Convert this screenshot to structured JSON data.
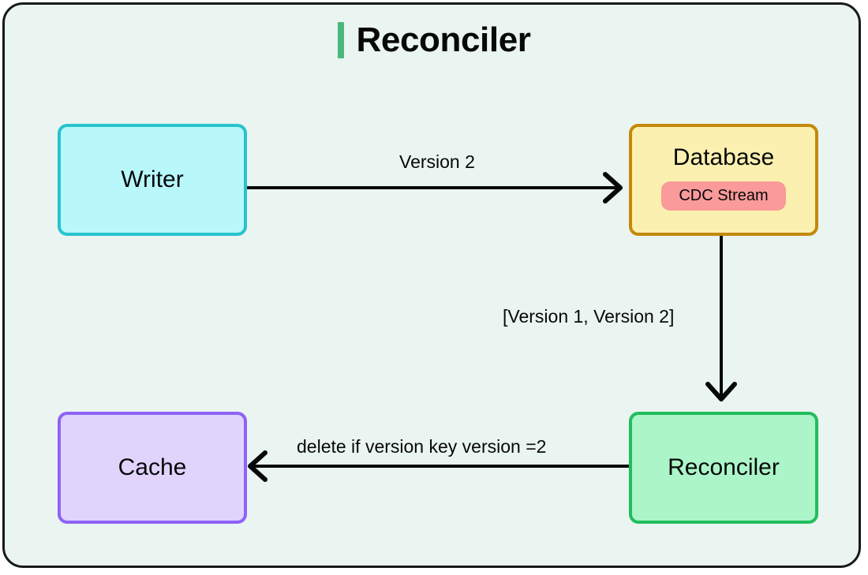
{
  "diagram": {
    "title": "Reconciler",
    "accent_color": "#4cb87c",
    "background_color": "#eaf4f0",
    "border_color": "#17191c",
    "nodes": [
      {
        "id": "writer",
        "label": "Writer",
        "fill": "#b8f8fb",
        "stroke": "#27c3ce"
      },
      {
        "id": "database",
        "label": "Database",
        "fill": "#fbf0af",
        "stroke": "#c4890a",
        "badge": {
          "label": "CDC Stream",
          "fill": "#fb9a9a"
        }
      },
      {
        "id": "cache",
        "label": "Cache",
        "fill": "#e0d4fd",
        "stroke": "#8d63f6"
      },
      {
        "id": "reconciler",
        "label": "Reconciler",
        "fill": "#acf5c8",
        "stroke": "#22bd5e"
      }
    ],
    "edges": [
      {
        "id": "writer-to-database",
        "from": "writer",
        "to": "database",
        "label": "Version 2",
        "direction": "right"
      },
      {
        "id": "database-to-reconciler",
        "from": "database",
        "to": "reconciler",
        "label": "[Version 1, Version 2]",
        "direction": "down"
      },
      {
        "id": "reconciler-to-cache",
        "from": "reconciler",
        "to": "cache",
        "label": "delete if version key version =2",
        "direction": "left"
      }
    ]
  }
}
